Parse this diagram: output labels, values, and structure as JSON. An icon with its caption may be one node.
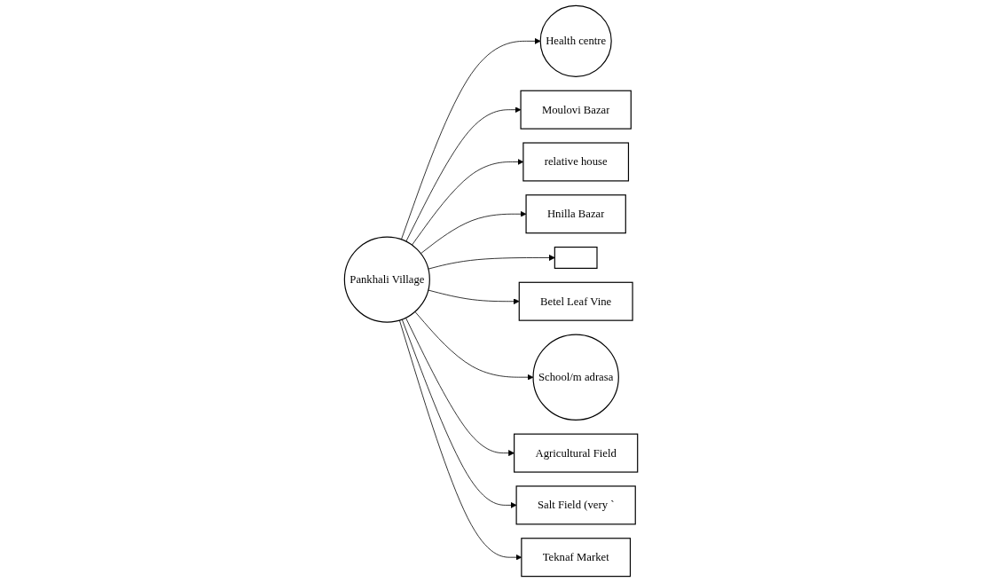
{
  "diagram": {
    "nodes": [
      {
        "text": [
          "Pankhali Village"
        ]
      },
      {
        "text": [
          "Health centre"
        ]
      },
      {
        "text": [
          "Betel Leaf Vine"
        ]
      },
      {
        "text": [],
        "shape": "box"
      },
      {
        "text": [
          "Moulovi Bazar"
        ]
      },
      {
        "text": [
          "relative house"
        ]
      },
      {
        "text": [
          "Hnilla Bazar"
        ]
      },
      {
        "text": [
          "School/m adrasa"
        ]
      },
      {
        "text": [
          "Agricultural Field"
        ]
      },
      {
        "text": [
          "Salt Field (very `"
        ]
      },
      {
        "text": [
          "Teknaf Market"
        ]
      }
    ],
    "edges": [
      {
        "from": 0,
        "to": 1,
        "arrow": "to"
      },
      {
        "from": 0,
        "to": 4,
        "arrow": "to"
      },
      {
        "from": 0,
        "to": 5,
        "arrow": "to"
      },
      {
        "from": 0,
        "to": 6,
        "arrow": "to"
      },
      {
        "from": 0,
        "to": 3,
        "arrow": "to"
      },
      {
        "from": 0,
        "to": 2,
        "arrow": "to"
      },
      {
        "from": 0,
        "to": 7,
        "arrow": "to"
      },
      {
        "from": 0,
        "to": 8,
        "arrow": "to"
      },
      {
        "from": 0,
        "to": 9,
        "arrow": "to"
      },
      {
        "from": 0,
        "to": 10,
        "arrow": "to"
      }
    ]
  }
}
